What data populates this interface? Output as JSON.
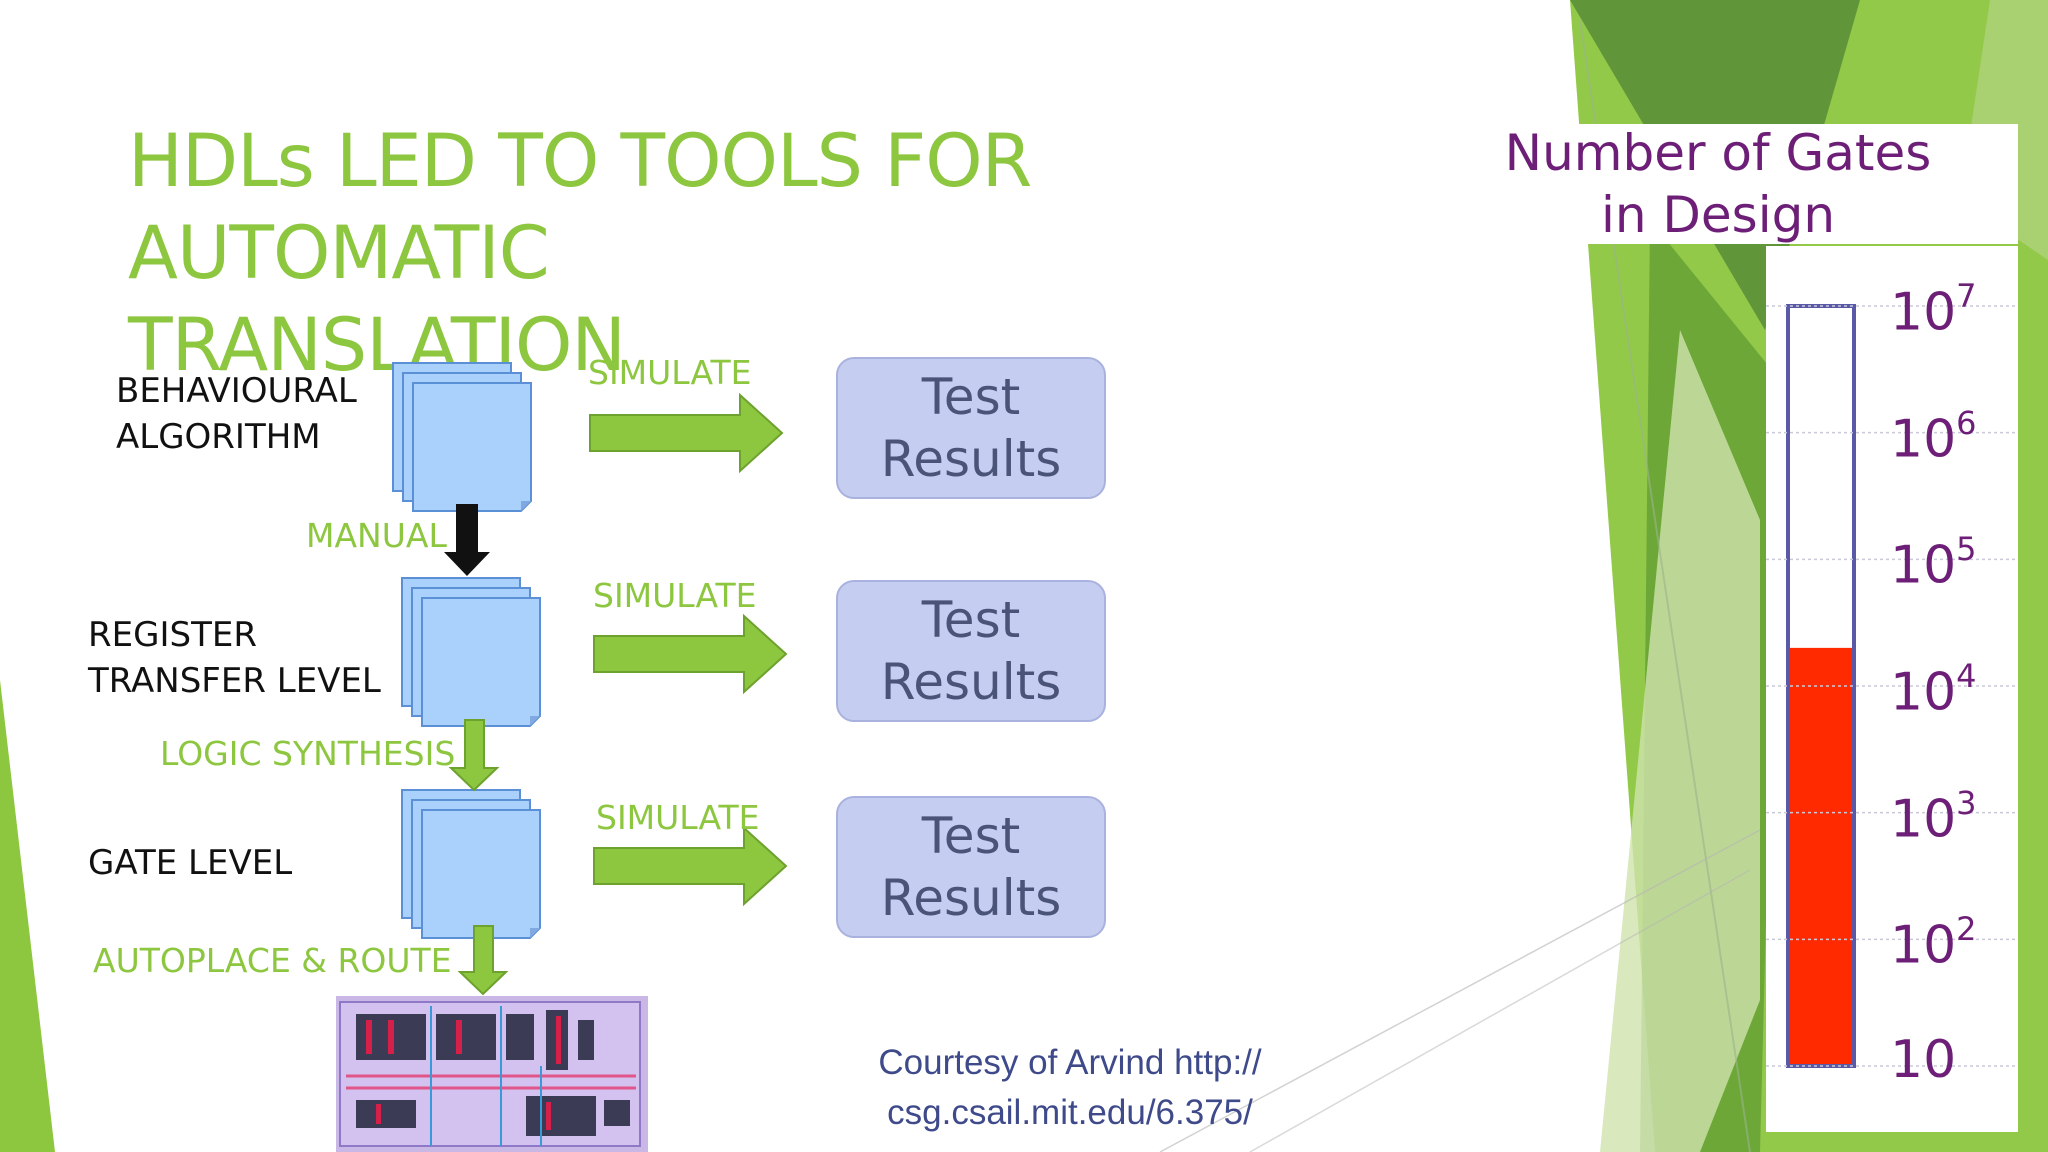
{
  "slide": {
    "title_line1": "HDLs LED TO TOOLS FOR AUTOMATIC",
    "title_line2": "TRANSLATION",
    "colors": {
      "accent": "#8dc63f",
      "doc_blue": "#a9d1fb",
      "result_fill": "#c5cdf0",
      "thermo_red": "#ff2a00",
      "tick_purple": "#6d1f78"
    }
  },
  "flow": {
    "levels": [
      {
        "line1": "BEHAVIOURAL",
        "line2": "ALGORITHM"
      },
      {
        "line1": "REGISTER",
        "line2": "TRANSFER LEVEL"
      },
      {
        "line1": "GATE LEVEL",
        "line2": ""
      }
    ],
    "simulate_labels": [
      "SIMULATE",
      "SIMULATE",
      "SIMULATE"
    ],
    "results": [
      {
        "line1": "Test",
        "line2": "Results"
      },
      {
        "line1": "Test",
        "line2": "Results"
      },
      {
        "line1": "Test",
        "line2": "Results"
      }
    ],
    "transitions": [
      "MANUAL",
      "LOGIC SYNTHESIS",
      "AUTOPLACE & ROUTE"
    ],
    "icons": [
      "document-stack-icon",
      "arrow-right-icon",
      "arrow-down-icon",
      "chip-layout-image"
    ]
  },
  "courtesy": {
    "line1": "Courtesy of Arvind http://",
    "line2": "csg.csail.mit.edu/6.375/"
  },
  "chart_data": {
    "type": "thermometer",
    "title_line1": "Number of Gates",
    "title_line2": "in Design",
    "scale": "log",
    "ticks": [
      {
        "base": "10",
        "exp": "7",
        "value": 10000000
      },
      {
        "base": "10",
        "exp": "6",
        "value": 1000000
      },
      {
        "base": "10",
        "exp": "5",
        "value": 100000
      },
      {
        "base": "10",
        "exp": "4",
        "value": 10000
      },
      {
        "base": "10",
        "exp": "3",
        "value": 1000
      },
      {
        "base": "10",
        "exp": "2",
        "value": 100
      },
      {
        "base": "10",
        "exp": "",
        "value": 10
      }
    ],
    "range": [
      10,
      10000000
    ],
    "fill_value": 20000,
    "fill_color": "#ff2a00"
  }
}
